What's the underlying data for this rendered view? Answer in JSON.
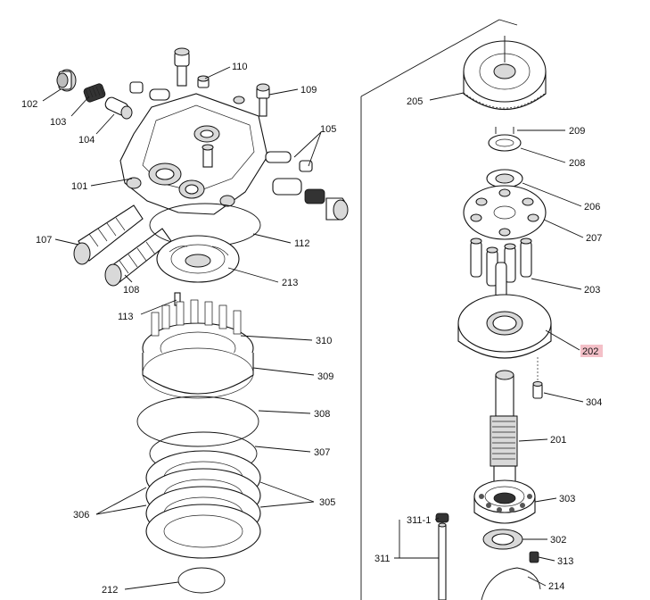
{
  "callouts": {
    "c101": "101",
    "c102": "102",
    "c103": "103",
    "c104": "104",
    "c105": "105",
    "c107": "107",
    "c108": "108",
    "c109": "109",
    "c110": "110",
    "c112": "112",
    "c113": "113",
    "c201": "201",
    "c202": "202",
    "c203": "203",
    "c205": "205",
    "c206": "206",
    "c207": "207",
    "c208": "208",
    "c209": "209",
    "c212": "212",
    "c213": "213",
    "c214": "214",
    "c302": "302",
    "c303": "303",
    "c304": "304",
    "c305": "305",
    "c306": "306",
    "c307": "307",
    "c308": "308",
    "c309": "309",
    "c310": "310",
    "c311": "311",
    "c311_1": "311-1",
    "c313": "313"
  },
  "highlight": {
    "part": "202",
    "color": "#f4c0c8"
  }
}
